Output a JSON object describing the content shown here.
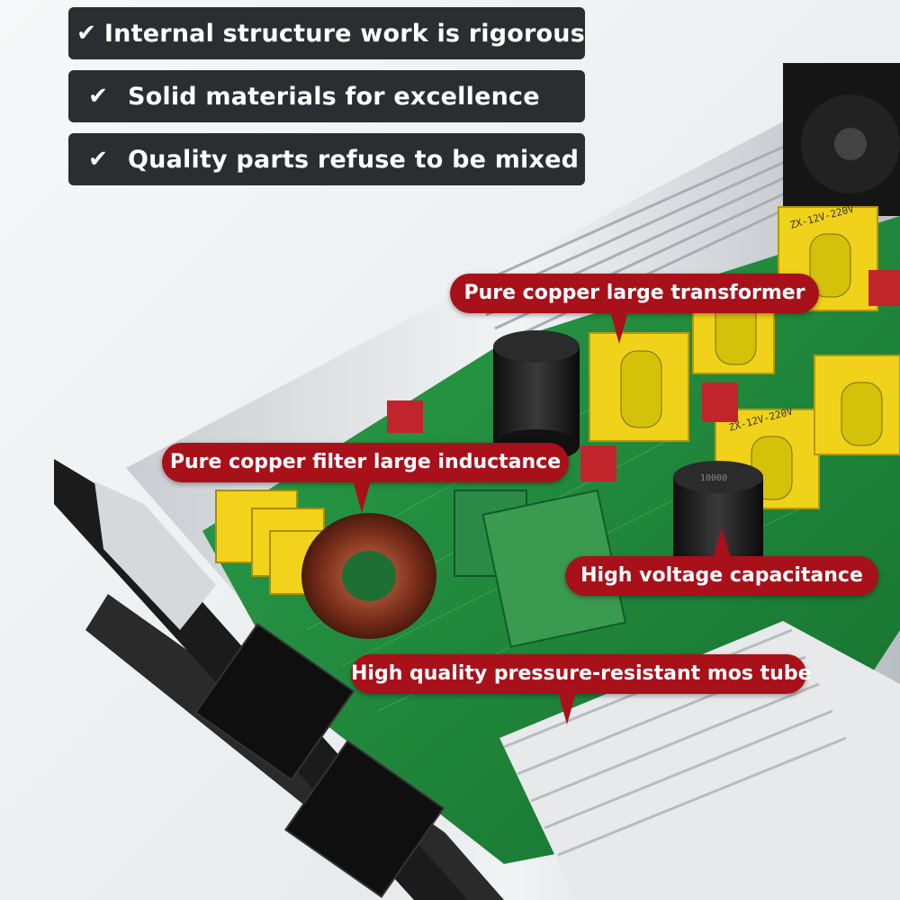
{
  "features": [
    {
      "icon": "check-icon",
      "text": "Internal structure work is rigorous"
    },
    {
      "icon": "check-icon",
      "text": "Solid materials for excellence"
    },
    {
      "icon": "check-icon",
      "text": "Quality parts refuse to be mixed"
    }
  ],
  "callouts": {
    "transformer": "Pure copper large transformer",
    "inductance": "Pure copper filter large inductance",
    "capacitance": "High voltage capacitance",
    "mos_tube": "High quality pressure-resistant mos tube"
  },
  "component_labels": {
    "transformer_marking": "ZX-12V-220V",
    "capacitor_marking": "10000"
  },
  "colors": {
    "feature_bg": "#2b2d31",
    "callout_red": "#a8101a",
    "pcb_green": "#1f8a3a",
    "transformer_yellow": "#f1d21a"
  }
}
